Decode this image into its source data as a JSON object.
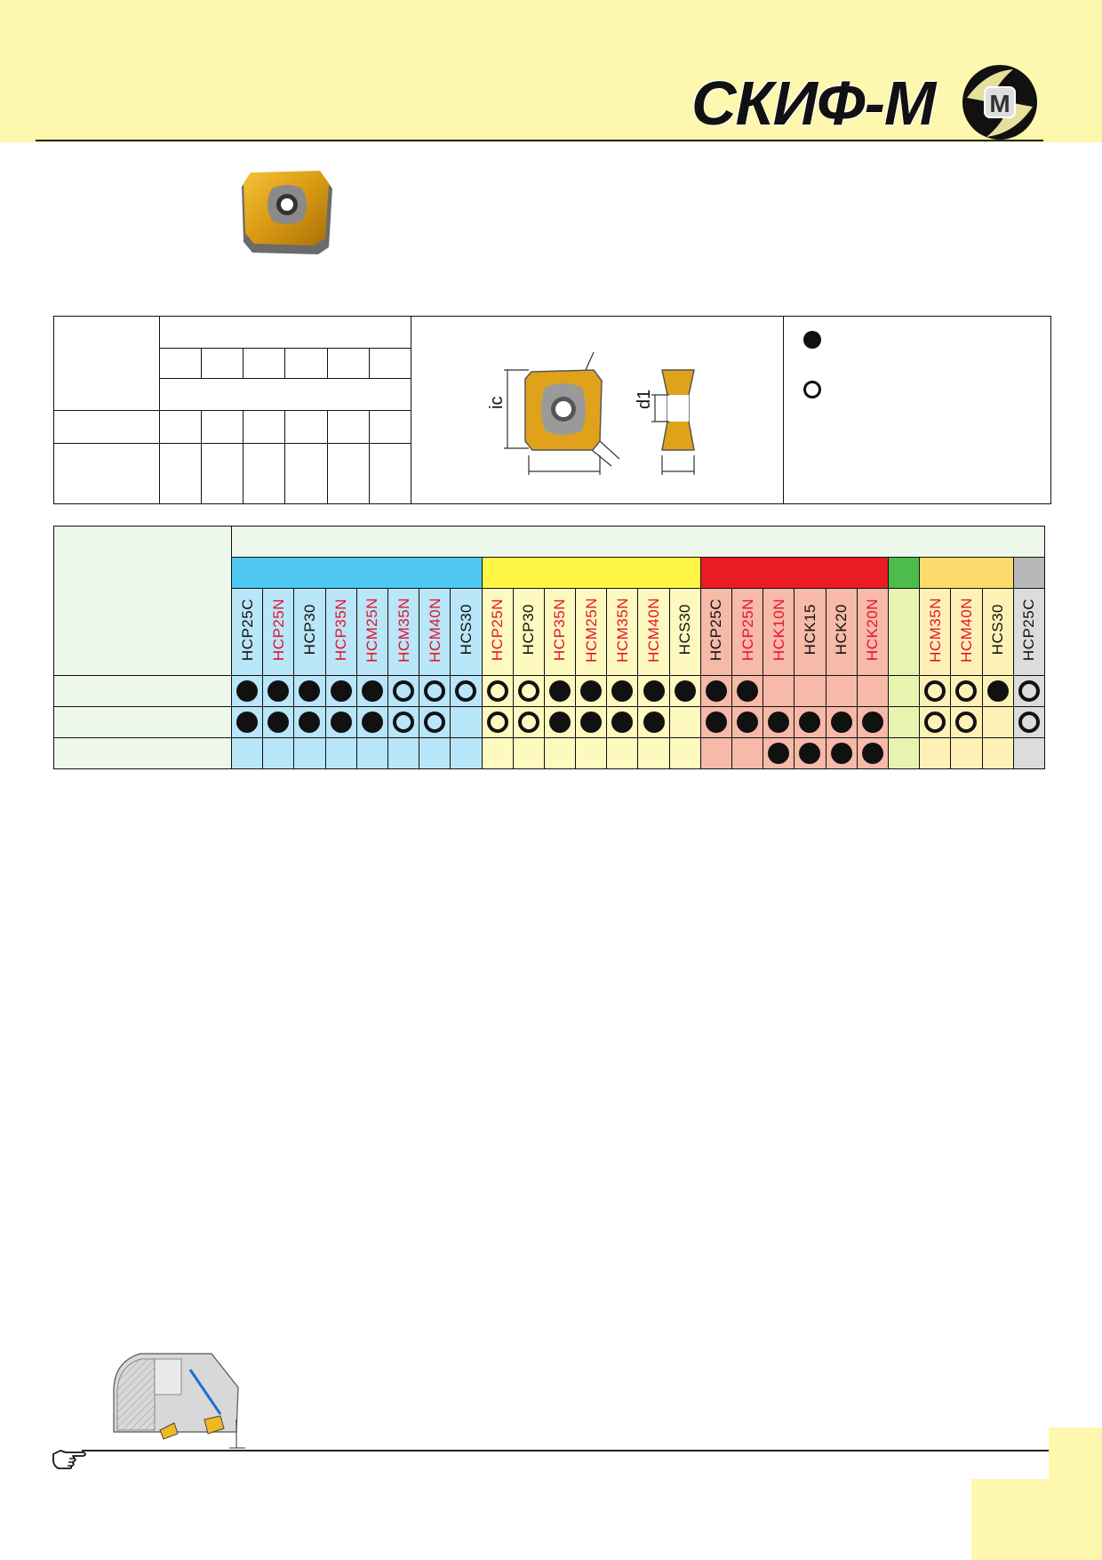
{
  "brand": {
    "name": "СКИФ-М",
    "emblem_letter": "M"
  },
  "legend": [
    {
      "symbol": "filled-circle",
      "meaning": ""
    },
    {
      "symbol": "ring",
      "meaning": ""
    }
  ],
  "diagram": {
    "label_ic": "ic",
    "label_d1": "d1"
  },
  "grade_table": {
    "group_colors": [
      "#4fc8f1",
      "#fff646",
      "#ec1c24",
      "#4cbc4a",
      "#fcdb6d",
      "#b8b8b8"
    ],
    "groups": [
      {
        "span": 8,
        "color": "#4fc8f1",
        "cell_color": "#b9e6f8"
      },
      {
        "span": 7,
        "color": "#fff646",
        "cell_color": "#fdf9bf"
      },
      {
        "span": 6,
        "color": "#ec1c24",
        "cell_color": "#f7b9a8"
      },
      {
        "span": 1,
        "color": "#4cbc4a",
        "cell_color": "#e6f4b0"
      },
      {
        "span": 3,
        "color": "#fcdb6d",
        "cell_color": "#fdf1b6"
      },
      {
        "span": 1,
        "color": "#b8b8b8",
        "cell_color": "#dcdcdc"
      }
    ],
    "grades": [
      {
        "name": "HCP25C",
        "color": "black"
      },
      {
        "name": "HCP25N",
        "color": "red"
      },
      {
        "name": "HCP30",
        "color": "black"
      },
      {
        "name": "HCP35N",
        "color": "red"
      },
      {
        "name": "HCM25N",
        "color": "red"
      },
      {
        "name": "HCM35N",
        "color": "red"
      },
      {
        "name": "HCM40N",
        "color": "red"
      },
      {
        "name": "HCS30",
        "color": "black"
      },
      {
        "name": "HCP25N",
        "color": "red"
      },
      {
        "name": "HCP30",
        "color": "black"
      },
      {
        "name": "HCP35N",
        "color": "red"
      },
      {
        "name": "HCM25N",
        "color": "red"
      },
      {
        "name": "HCM35N",
        "color": "red"
      },
      {
        "name": "HCM40N",
        "color": "red"
      },
      {
        "name": "HCS30",
        "color": "black"
      },
      {
        "name": "HCP25C",
        "color": "black"
      },
      {
        "name": "HCP25N",
        "color": "red"
      },
      {
        "name": "HCK10N",
        "color": "red"
      },
      {
        "name": "HCK15",
        "color": "black"
      },
      {
        "name": "HCK20",
        "color": "black"
      },
      {
        "name": "HCK20N",
        "color": "red"
      },
      {
        "name": "",
        "color": "black"
      },
      {
        "name": "HCM35N",
        "color": "red"
      },
      {
        "name": "HCM40N",
        "color": "red"
      },
      {
        "name": "HCS30",
        "color": "black"
      },
      {
        "name": "HCP25C",
        "color": "black"
      }
    ],
    "rows": [
      [
        "F",
        "F",
        "F",
        "F",
        "F",
        "O",
        "O",
        "O",
        "O",
        "O",
        "F",
        "F",
        "F",
        "F",
        "F",
        "F",
        "F",
        "",
        "",
        "",
        "",
        "",
        "O",
        "O",
        "F",
        "O"
      ],
      [
        "F",
        "F",
        "F",
        "F",
        "F",
        "O",
        "O",
        "",
        "O",
        "O",
        "F",
        "F",
        "F",
        "F",
        "",
        "F",
        "F",
        "F",
        "F",
        "F",
        "F",
        "",
        "O",
        "O",
        "",
        "O"
      ],
      [
        "",
        "",
        "",
        "",
        "",
        "",
        "",
        "",
        "",
        "",
        "",
        "",
        "",
        "",
        "",
        "",
        "",
        "F",
        "F",
        "F",
        "F",
        "",
        "",
        "",
        "",
        ""
      ]
    ]
  }
}
